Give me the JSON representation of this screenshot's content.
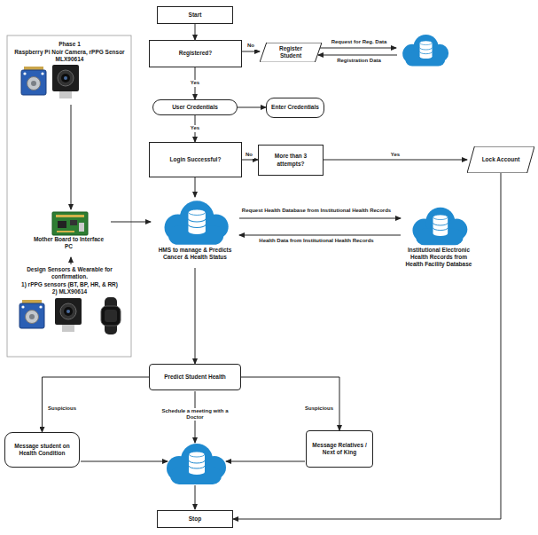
{
  "diagram": {
    "nodes": [
      {
        "text": [
          "Start"
        ]
      },
      {
        "text": [
          "Registered?"
        ]
      },
      {
        "text": [
          "Register Student"
        ]
      },
      {
        "text": [
          "User Credentials"
        ]
      },
      {
        "text": [
          "Enter Credentials"
        ]
      },
      {
        "text": [
          "Login Successful?"
        ]
      },
      {
        "text": [
          "More than 3 attempts?"
        ]
      },
      {
        "text": [
          "Lock Account"
        ]
      },
      {
        "text": [
          "Phase 1",
          "Raspberry Pi Noir Camera, rPPG Sensor MLX90614"
        ]
      },
      {
        "text": [
          "Mother Board to Interface PC"
        ]
      },
      {
        "text": [
          "Design Sensors & Wearable for confirmation.",
          "1) rPPG sensors (BT, BP, HR, & RR)",
          "2) MLX90614"
        ]
      },
      {
        "text": [
          "HMS to manage & Predicts Cancer & Health Status"
        ]
      },
      {
        "text": [
          "Institutional Electronic Health Records from Health Facility Database"
        ]
      },
      {
        "text": [
          "Predict Student Health"
        ]
      },
      {
        "text": [
          "Message student on Health Condition"
        ]
      },
      {
        "text": [
          "Message Relatives / Next of King"
        ]
      },
      {
        "text": [
          "Stop"
        ]
      }
    ],
    "edges": [
      {
        "from": 0,
        "to": 1,
        "arrow": "to"
      },
      {
        "from": 1,
        "to": 2,
        "label": "No",
        "arrow": "to"
      },
      {
        "from": 1,
        "to": 3,
        "label": "Yes",
        "arrow": "to"
      },
      {
        "from": 3,
        "to": 4,
        "arrow": "to"
      },
      {
        "from": 3,
        "to": 5,
        "label": "Yes",
        "arrow": "to"
      },
      {
        "from": 5,
        "to": 6,
        "label": "No",
        "arrow": "to"
      },
      {
        "from": 6,
        "to": 7,
        "label": "Yes",
        "arrow": "to"
      },
      {
        "from": 5,
        "to": 11,
        "arrow": "to"
      },
      {
        "from": 8,
        "to": 9,
        "arrow": "to"
      },
      {
        "from": 10,
        "to": 9,
        "arrow": "to"
      },
      {
        "from": 9,
        "to": 11,
        "arrow": "to"
      },
      {
        "from": 11,
        "to": 12,
        "label": "Request Health Database from Institutional Health Records",
        "arrow": "to"
      },
      {
        "from": 12,
        "to": 11,
        "label": "Health Data from Institutional Health Records",
        "arrow": "to"
      },
      {
        "from": 11,
        "to": 13,
        "arrow": "to"
      },
      {
        "from": 13,
        "to": 14,
        "label": "Suspicious",
        "arrow": "to"
      },
      {
        "from": 13,
        "to": 15,
        "label": "Suspicious",
        "arrow": "to"
      },
      {
        "from": 7,
        "to": 16,
        "arrow": "to"
      }
    ],
    "labels": [
      "Request for Reg. Data",
      "Registration Data",
      "Schedule a meeting with a Doctor"
    ]
  }
}
